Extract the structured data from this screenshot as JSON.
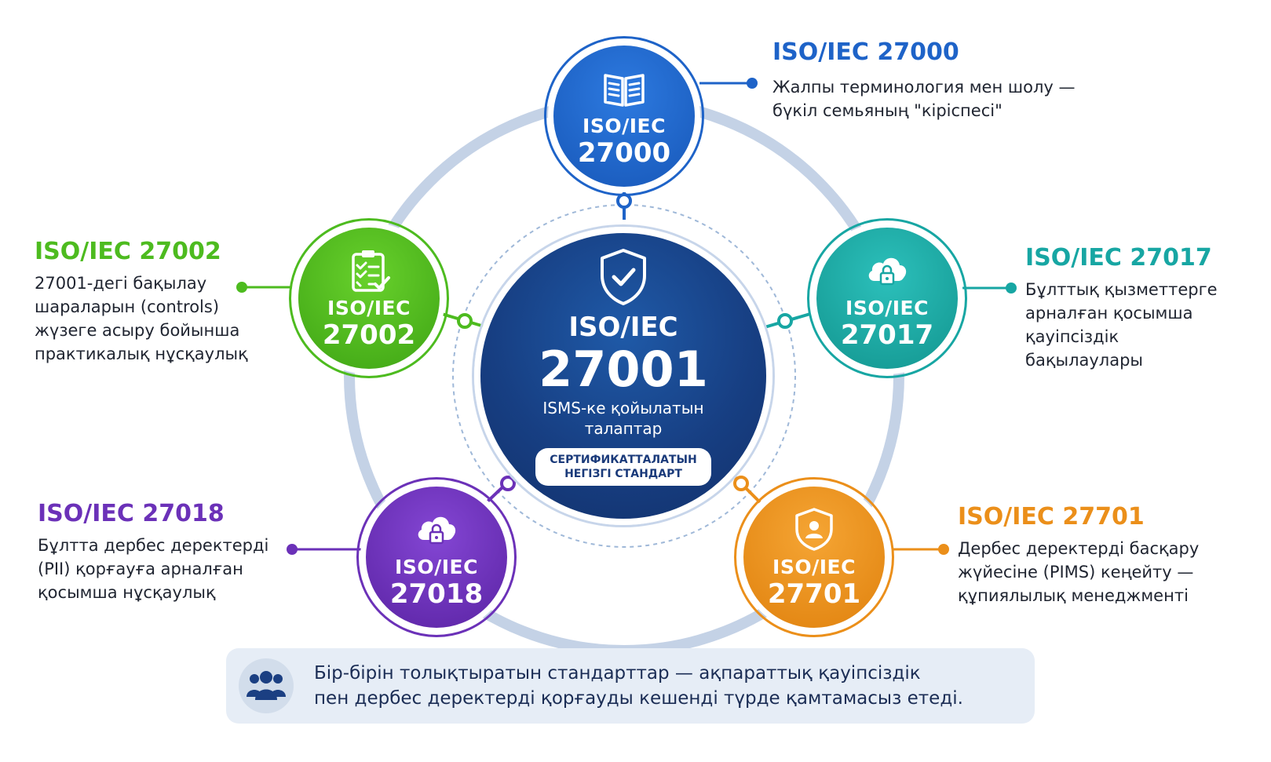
{
  "colors": {
    "center": "#173f83",
    "iso27000": "#1e63c8",
    "iso27002": "#4dbb1f",
    "iso27017": "#17a6a3",
    "iso27018": "#6b31b8",
    "iso27701": "#eb8f1a",
    "orbit": "#c4d2e6"
  },
  "center": {
    "label_line1": "ISO/IEC",
    "label_line2": "27001",
    "subtitle_line1": "ISMS-ке қойылатын",
    "subtitle_line2": "талаптар",
    "badge_line1": "СЕРТИФИКАТТАЛАТЫН",
    "badge_line2": "НЕГІЗГІ СТАНДАРТ",
    "icon": "shield-check-icon"
  },
  "nodes": [
    {
      "id": "27000",
      "label_line1": "ISO/IEC",
      "label_line2": "27000",
      "icon": "book-icon",
      "title": "ISO/IEC 27000",
      "desc_lines": [
        "Жалпы терминология мен шолу —",
        "бүкіл семьяның \"кіріспесі\""
      ]
    },
    {
      "id": "27002",
      "label_line1": "ISO/IEC",
      "label_line2": "27002",
      "icon": "checklist-clipboard-icon",
      "title": "ISO/IEC 27002",
      "desc_lines": [
        "27001-дегі бақылау",
        "шараларын (controls)",
        "жүзеге асыру бойынша",
        "практикалық нұсқаулық"
      ]
    },
    {
      "id": "27017",
      "label_line1": "ISO/IEC",
      "label_line2": "27017",
      "icon": "cloud-lock-icon",
      "title": "ISO/IEC 27017",
      "desc_lines": [
        "Бұлттық қызметтерге",
        "арналған қосымша",
        "қауіпсіздік",
        "бақылаулары"
      ]
    },
    {
      "id": "27018",
      "label_line1": "ISO/IEC",
      "label_line2": "27018",
      "icon": "cloud-lock-icon",
      "title": "ISO/IEC 27018",
      "desc_lines": [
        "Бұлтта дербес деректерді",
        "(PII) қорғауға арналған",
        "қосымша нұсқаулық"
      ]
    },
    {
      "id": "27701",
      "label_line1": "ISO/IEC",
      "label_line2": "27701",
      "icon": "shield-user-icon",
      "title": "ISO/IEC 27701",
      "desc_lines": [
        "Дербес деректерді басқару",
        "жүйесіне (PIMS) кеңейту —",
        "құпиялылық менеджменті"
      ]
    }
  ],
  "note": {
    "icon": "users-group-icon",
    "line1": "Бір-бірін толықтыратын стандарттар — ақпараттық қауіпсіздік",
    "line2": "пен дербес деректерді қорғауды кешенді түрде қамтамасыз етеді."
  }
}
